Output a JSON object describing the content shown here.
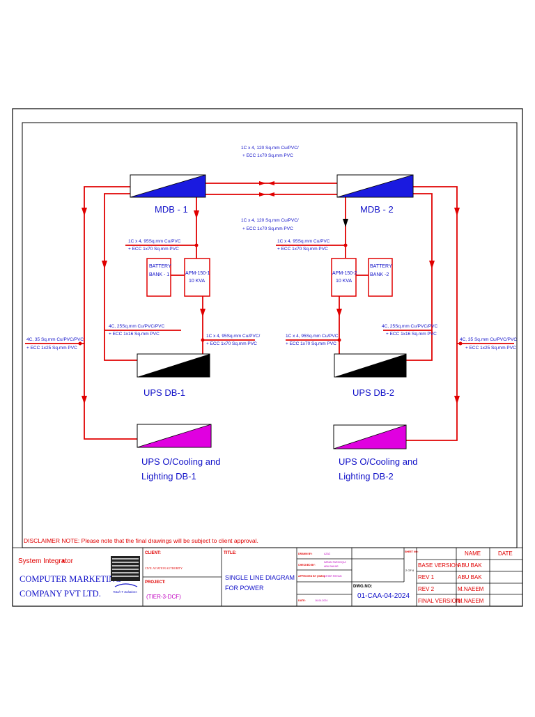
{
  "cables": {
    "top_line1": "1C x 4, 120 Sq.mm Cu/PVC/",
    "top_line2": "+ ECC 1x70 Sq.mm PVC",
    "mid_line1": "1C x 4, 120 Sq.mm Cu/PVC/",
    "mid_line2": "+ ECC 1x70 Sq.mm PVC",
    "apm1_in_line1": "1C x 4, 95Sq.mm Cu/PVC",
    "apm1_in_line2": "+ ECC 1x70 Sq.mm PVC",
    "apm2_in_line1": "1C x 4, 95Sq.mm Cu/PVC",
    "apm2_in_line2": "+ ECC 1x70 Sq.mm PVC",
    "left_bypass_line1": "4C, 25Sq.mm Cu/PVC/PVC",
    "left_bypass_line2": "+ ECC 1x16 Sq.mm PVC",
    "right_bypass_line1": "4C, 25Sq.mm Cu/PVC/PVC",
    "right_bypass_line2": "+ ECC 1x16 Sq.mm PVC",
    "apm1_out_line1": "1C x 4, 95Sq.mm Cu/PVC/",
    "apm1_out_line2": "+ ECC 1x70 Sq.mm PVC",
    "apm2_out_line1": "1C x 4, 95Sq.mm Cu/PVC",
    "apm2_out_line2": "+ ECC 1x70 Sq.mm PVC",
    "left_outer_line1": "4C, 35 Sq.mm Cu/PVC/PVC",
    "left_outer_line2": "+ ECC 1x25 Sq.mm PVC",
    "right_outer_line1": "4C, 35 Sq.mm Cu/PVC/PVC",
    "right_outer_line2": "+ ECC 1x25 Sq.mm PVC"
  },
  "panels": {
    "mdb1": "MDB - 1",
    "mdb2": "MDB - 2",
    "ups_db1": "UPS DB-1",
    "ups_db2": "UPS DB-2",
    "cool1_line1": "UPS O/Cooling and",
    "cool1_line2": "Lighting DB-1",
    "cool2_line1": "UPS O/Cooling and",
    "cool2_line2": "Lighting DB-2"
  },
  "equipment": {
    "battery1_line1": "BATTERY",
    "battery1_line2": "BANK - 1",
    "battery2_line1": "BATTERY",
    "battery2_line2": "BANK -2",
    "apm1_line1": "APM-150-1",
    "apm1_line2": "10 KVA",
    "apm2_line1": "APM-150-2",
    "apm2_line2": "10 KVA"
  },
  "disclaimer": {
    "label": "DISCLAIMER NOTE:",
    "text": " Please note that the final drawings will be subject to client approval."
  },
  "title_block": {
    "system_integrator": "System Integrator",
    "company_line1": "COMPUTER MARKETING",
    "company_line2": "COMPANY PVT LTD.",
    "logo_text": "Total IT Solutions",
    "client_label": "CLIENT:",
    "client_value": "CIVIL AVIATION AUTHORITY",
    "project_label": "PROJECT:",
    "project_value": "(TIER-3-DCF)",
    "title_label": "TITLE:",
    "title_line1": "SINGLE LINE DIAGRAM",
    "title_line2": "FOR POWER",
    "drawn_by_label": "DRAWN BY:",
    "drawn_by_value": "AZAZ",
    "checked_by_label": "CHECKED BY:",
    "checked_by_value1": "IMRAN FAROOQUI",
    "checked_by_value2": "ABU BAKAR",
    "approved_label": "APPROVED BY (GMO):",
    "approved_value": "ATHER REHAN",
    "date_label": "DATE:",
    "date_value": "16-04-2024",
    "sheet_label": "SHEET NO:",
    "sheet_value": "2 OF 6",
    "dwg_label": "DWG.NO:",
    "dwg_value": "01-CAA-04-2024",
    "rev_header_name": "NAME",
    "rev_header_date": "DATE",
    "revisions": [
      {
        "label": "BASE VERSION",
        "name": "ABU BAK",
        "date": ""
      },
      {
        "label": "REV 1",
        "name": "ABU BAK",
        "date": ""
      },
      {
        "label": "REV 2",
        "name": "M.NAEEM",
        "date": ""
      },
      {
        "label": "FINAL VERSION",
        "name": "M.NAEEM",
        "date": ""
      }
    ]
  },
  "colors": {
    "wire": "#e00000",
    "mdb_fill": "#1a1ae0",
    "ups_fill": "#000000",
    "cooling_fill": "#e000e0",
    "label_blue": "#1010c8"
  }
}
